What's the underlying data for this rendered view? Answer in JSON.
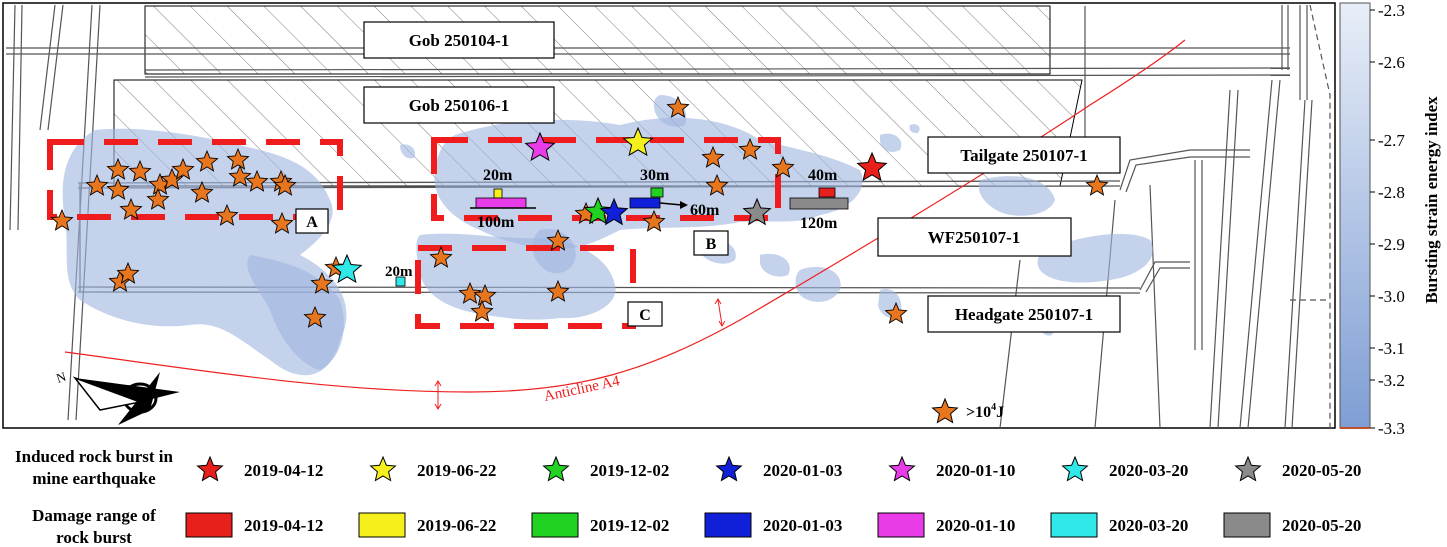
{
  "map": {
    "gob_upper": "Gob 250104-1",
    "gob_lower": "Gob 250106-1",
    "tailgate": "Tailgate 250107-1",
    "headgate": "Headgate 250107-1",
    "workface": "WF250107-1",
    "anticline": "Anticline A4",
    "north_letter": "N",
    "zones": [
      "A",
      "B",
      "C"
    ],
    "distances": {
      "d20m_top": "20m",
      "d100m": "100m",
      "d30m": "30m",
      "d60m": "60m",
      "d40m": "40m",
      "d120m": "120m",
      "d20m_left": "20m"
    },
    "energy_legend": {
      "prefix": ">10",
      "exponent": "4",
      "unit": "J"
    }
  },
  "colorbar": {
    "title": "Bursting strain energy index",
    "ticks": [
      "-2.3",
      "-2.6",
      "-2.7",
      "-2.8",
      "-2.9",
      "-3.0",
      "-3.1",
      "-3.2",
      "-3.3"
    ]
  },
  "legend": {
    "row1_label_line1": "Induced rock burst in",
    "row1_label_line2": "mine earthquake",
    "row2_label_line1": "Damage range of",
    "row2_label_line2": "rock burst",
    "events": [
      {
        "date": "2019-04-12",
        "color": "#e8201c"
      },
      {
        "date": "2019-06-22",
        "color": "#f5f01c"
      },
      {
        "date": "2019-12-02",
        "color": "#22d222"
      },
      {
        "date": "2020-01-03",
        "color": "#1020d8"
      },
      {
        "date": "2020-01-10",
        "color": "#e83ce8"
      },
      {
        "date": "2020-03-20",
        "color": "#30e8e8"
      },
      {
        "date": "2020-05-20",
        "color": "#8a8a8a"
      }
    ]
  },
  "colors": {
    "energy_star": "#e8761e",
    "damage_zone": "#ee1c1c",
    "anticline": "#ee2020",
    "cloud": "#9fb6e0"
  }
}
